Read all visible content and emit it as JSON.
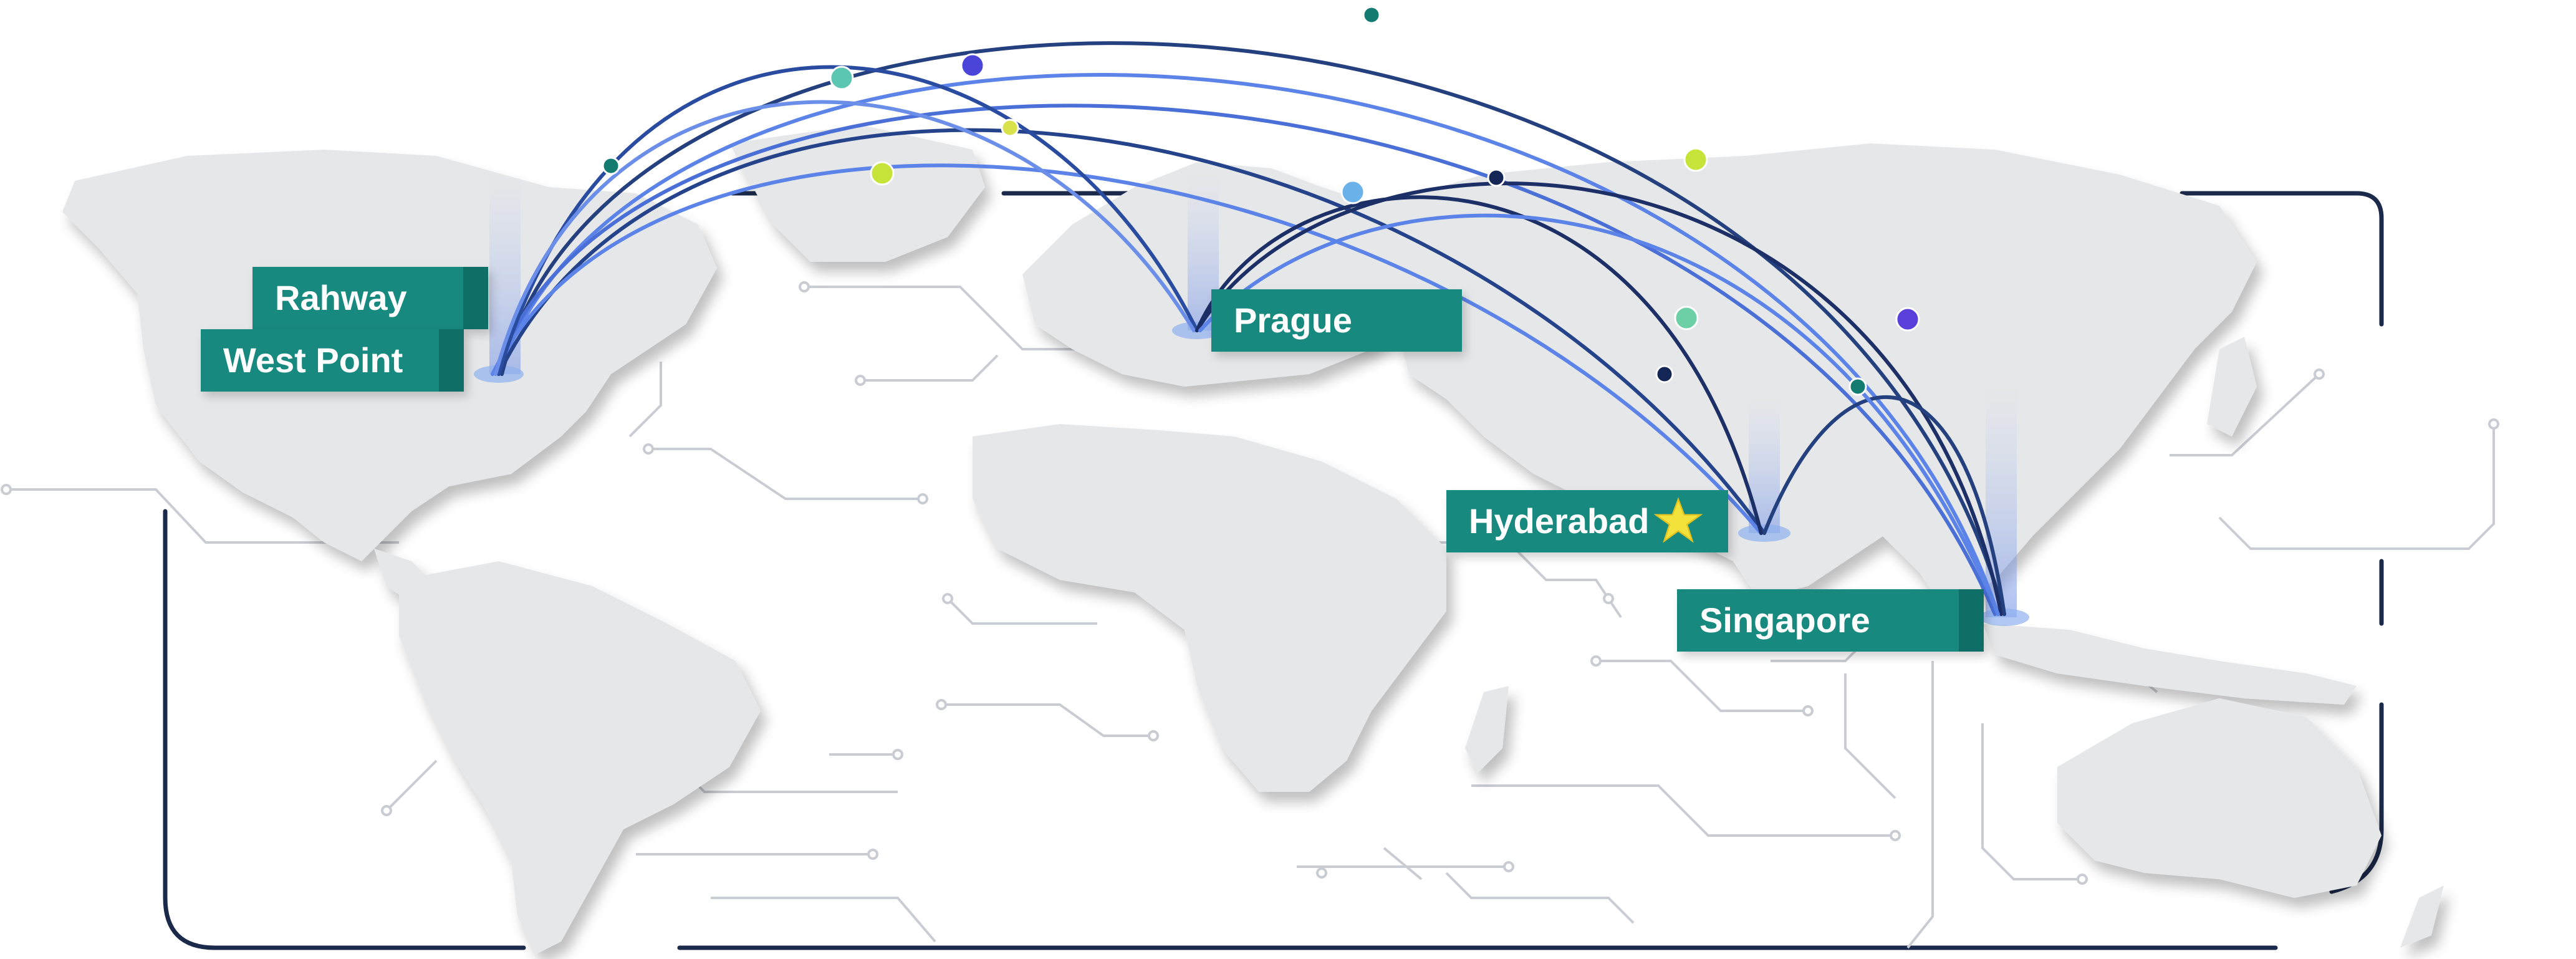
{
  "cities": [
    {
      "id": "rahway",
      "label": "Rahway"
    },
    {
      "id": "west-point",
      "label": "West Point"
    },
    {
      "id": "prague",
      "label": "Prague"
    },
    {
      "id": "hyderabad",
      "label": "Hyderabad",
      "marker": "star-icon"
    },
    {
      "id": "singapore",
      "label": "Singapore"
    }
  ],
  "colors": {
    "label_bg": "#17897f",
    "label_tab": "#0f6f66",
    "land": "#e6e7e9",
    "frame": "#1b2a4a",
    "arc_light": "#5b83e8",
    "arc_dark": "#1c2f66",
    "star": "#f3e23c"
  },
  "icons": {
    "hyderabad_marker": "star-icon",
    "arc_nodes": "dot-icon"
  }
}
